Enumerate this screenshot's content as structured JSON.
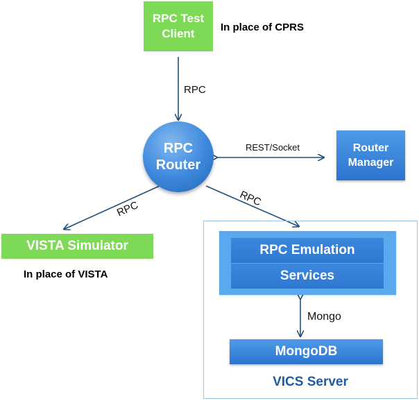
{
  "nodes": {
    "rpc_test_client": "RPC Test\nClient",
    "rpc_router": "RPC\nRouter",
    "router_manager": "Router\nManager",
    "vista_simulator": "VISTA Simulator",
    "rpc_emulation_line1": "RPC Emulation",
    "rpc_emulation_line2": "Services",
    "mongodb": "MongoDB",
    "vics_server": "VICS Server"
  },
  "notes": {
    "cprs": "In place of CPRS",
    "vista": "In place of VISTA"
  },
  "edges": {
    "client_to_router": "RPC",
    "router_manager": "REST/Socket",
    "router_to_vista": "RPC",
    "router_to_emulation": "RPC",
    "emulation_mongo": "Mongo"
  },
  "colors": {
    "green": "#7ed957",
    "blue": "#2c74cf",
    "arrow": "#1f4e79",
    "container_border": "#9ec3e6"
  }
}
